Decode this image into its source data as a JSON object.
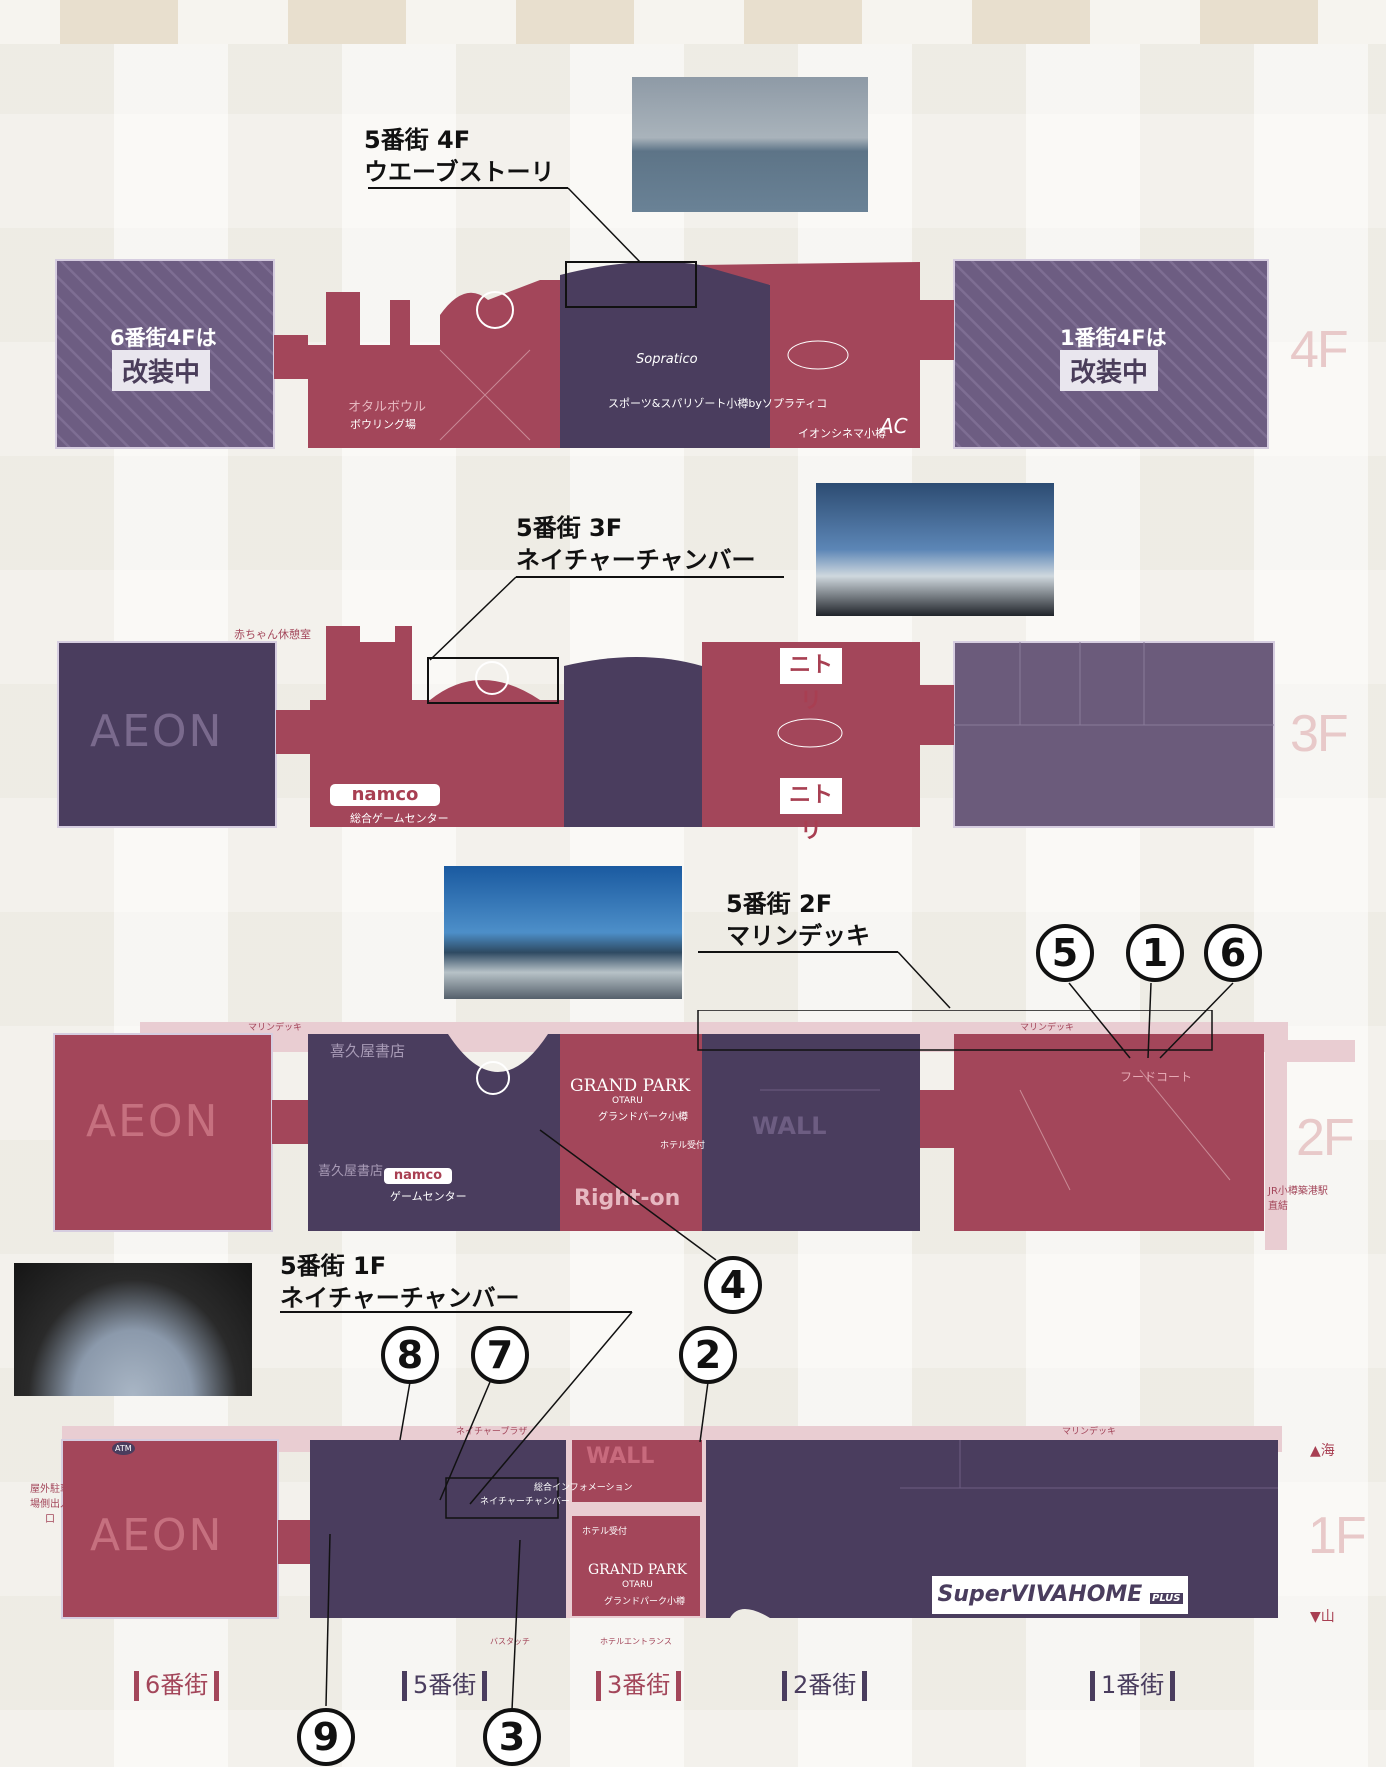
{
  "colors": {
    "red_zone": "#a3465a",
    "purple_zone": "#4a3d5e",
    "purple_light": "#6b5b7b",
    "hatch_bg": "#6d5d82",
    "corridor_pink": "#e9cdd2",
    "accent": "#a83f52",
    "background": "#f3f1ec"
  },
  "floors": {
    "f4": {
      "label": "4F",
      "renovation_left": {
        "line1": "6番街4Fは",
        "line2": "改装中"
      },
      "renovation_right": {
        "line1": "1番街4Fは",
        "line2": "改装中"
      },
      "bowling_label": "ボウリング場",
      "bowling_brand": "オタルボウル",
      "hotel_label": "スポーツ&スパリゾート小樽byソプラティコ",
      "hotel_brand": "Sopratico",
      "cinema_label": "イオンシネマ小樽",
      "cinema_brand": "AC"
    },
    "f3": {
      "label": "3F",
      "nursing_room": "赤ちゃん休憩室",
      "store_brand_left": "AEON",
      "namco_brand": "namco",
      "namco_label": "総合ゲームセンター",
      "nitori_brand": "ニトリ"
    },
    "f2": {
      "label": "2F",
      "deck_label_left": "マリンデッキ",
      "deck_label_right": "マリンデッキ",
      "store_brand_left": "AEON",
      "bookstore_label": "喜久屋書店",
      "namco_brand": "namco",
      "namco_label": "ゲームセンター",
      "hotel_brand": "GRAND PARK",
      "hotel_sub": "OTARU",
      "hotel_label": "グランドパーク小樽",
      "hotel_lobby": "ホテル受付",
      "rightson_brand": "Right-on",
      "wall_brand": "WALL",
      "foodcourt_label": "フードコート",
      "jr_station_label": "JR小樽築港駅 直結"
    },
    "f1": {
      "label": "1F",
      "plaza_label": "ネイチャープラザ",
      "deck_label": "マリンデッキ",
      "atm_label": "ATM",
      "parking_label": "屋外駐車場側出入口",
      "aeon_brand": "AEON",
      "nature_chamber_label": "ネイチャーチャンバー",
      "info_label": "総合インフォメーション",
      "hotel_lobby": "ホテル受付",
      "hotel_brand": "GRAND PARK",
      "hotel_sub": "OTARU",
      "hotel_label": "グランドパーク小樽",
      "bus_label": "バスタッチ",
      "hotel_entrance": "ホテルエントランス",
      "viva_brand": "SuperVIVAHOME",
      "viva_plus": "PLUS",
      "wall_brand": "WALL"
    }
  },
  "callouts": [
    {
      "title": "5番街 4F",
      "subtitle": "ウエーブストーリ"
    },
    {
      "title": "5番街 3F",
      "subtitle": "ネイチャーチャンバー"
    },
    {
      "title": "5番街 2F",
      "subtitle": "マリンデッキ"
    },
    {
      "title": "5番街 1F",
      "subtitle": "ネイチャーチャンバー"
    }
  ],
  "markers": [
    "5",
    "1",
    "6",
    "4",
    "8",
    "7",
    "2",
    "9",
    "3"
  ],
  "compass": {
    "sea": "海",
    "mountain": "山"
  },
  "districts": [
    "6番街",
    "5番街",
    "3番街",
    "2番街",
    "1番街"
  ]
}
